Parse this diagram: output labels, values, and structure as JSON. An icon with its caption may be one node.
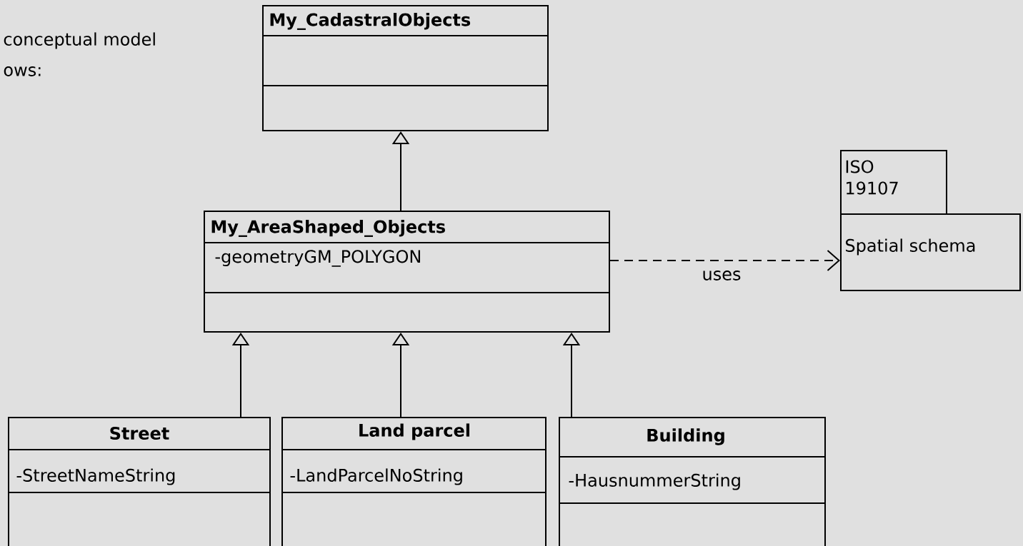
{
  "diagram": {
    "nodes": [
      {
        "text": [
          "My_CadastralObjects"
        ]
      },
      {
        "text": [
          "My_AreaShaped_Objects",
          "-geometryGM_POLYGON"
        ]
      },
      {
        "text": [
          "ISO 19107",
          "Spatial schema"
        ]
      },
      {
        "text": [
          "Street",
          "-StreetNameString"
        ]
      },
      {
        "text": [
          "Land parcel",
          "-LandParcelNoString"
        ]
      },
      {
        "text": [
          "Building",
          "-HausnummerString"
        ]
      }
    ],
    "edges": [
      {
        "from": 1,
        "to": 0,
        "arrow": "to"
      },
      {
        "from": 3,
        "to": 1,
        "arrow": "to"
      },
      {
        "from": 4,
        "to": 1,
        "arrow": "to"
      },
      {
        "from": 5,
        "to": 1,
        "arrow": "to"
      },
      {
        "from": 1,
        "to": 2,
        "arrow": "to",
        "label": "uses",
        "style": "dashed"
      }
    ],
    "labels": [
      "conceptual model",
      "ows:"
    ]
  }
}
